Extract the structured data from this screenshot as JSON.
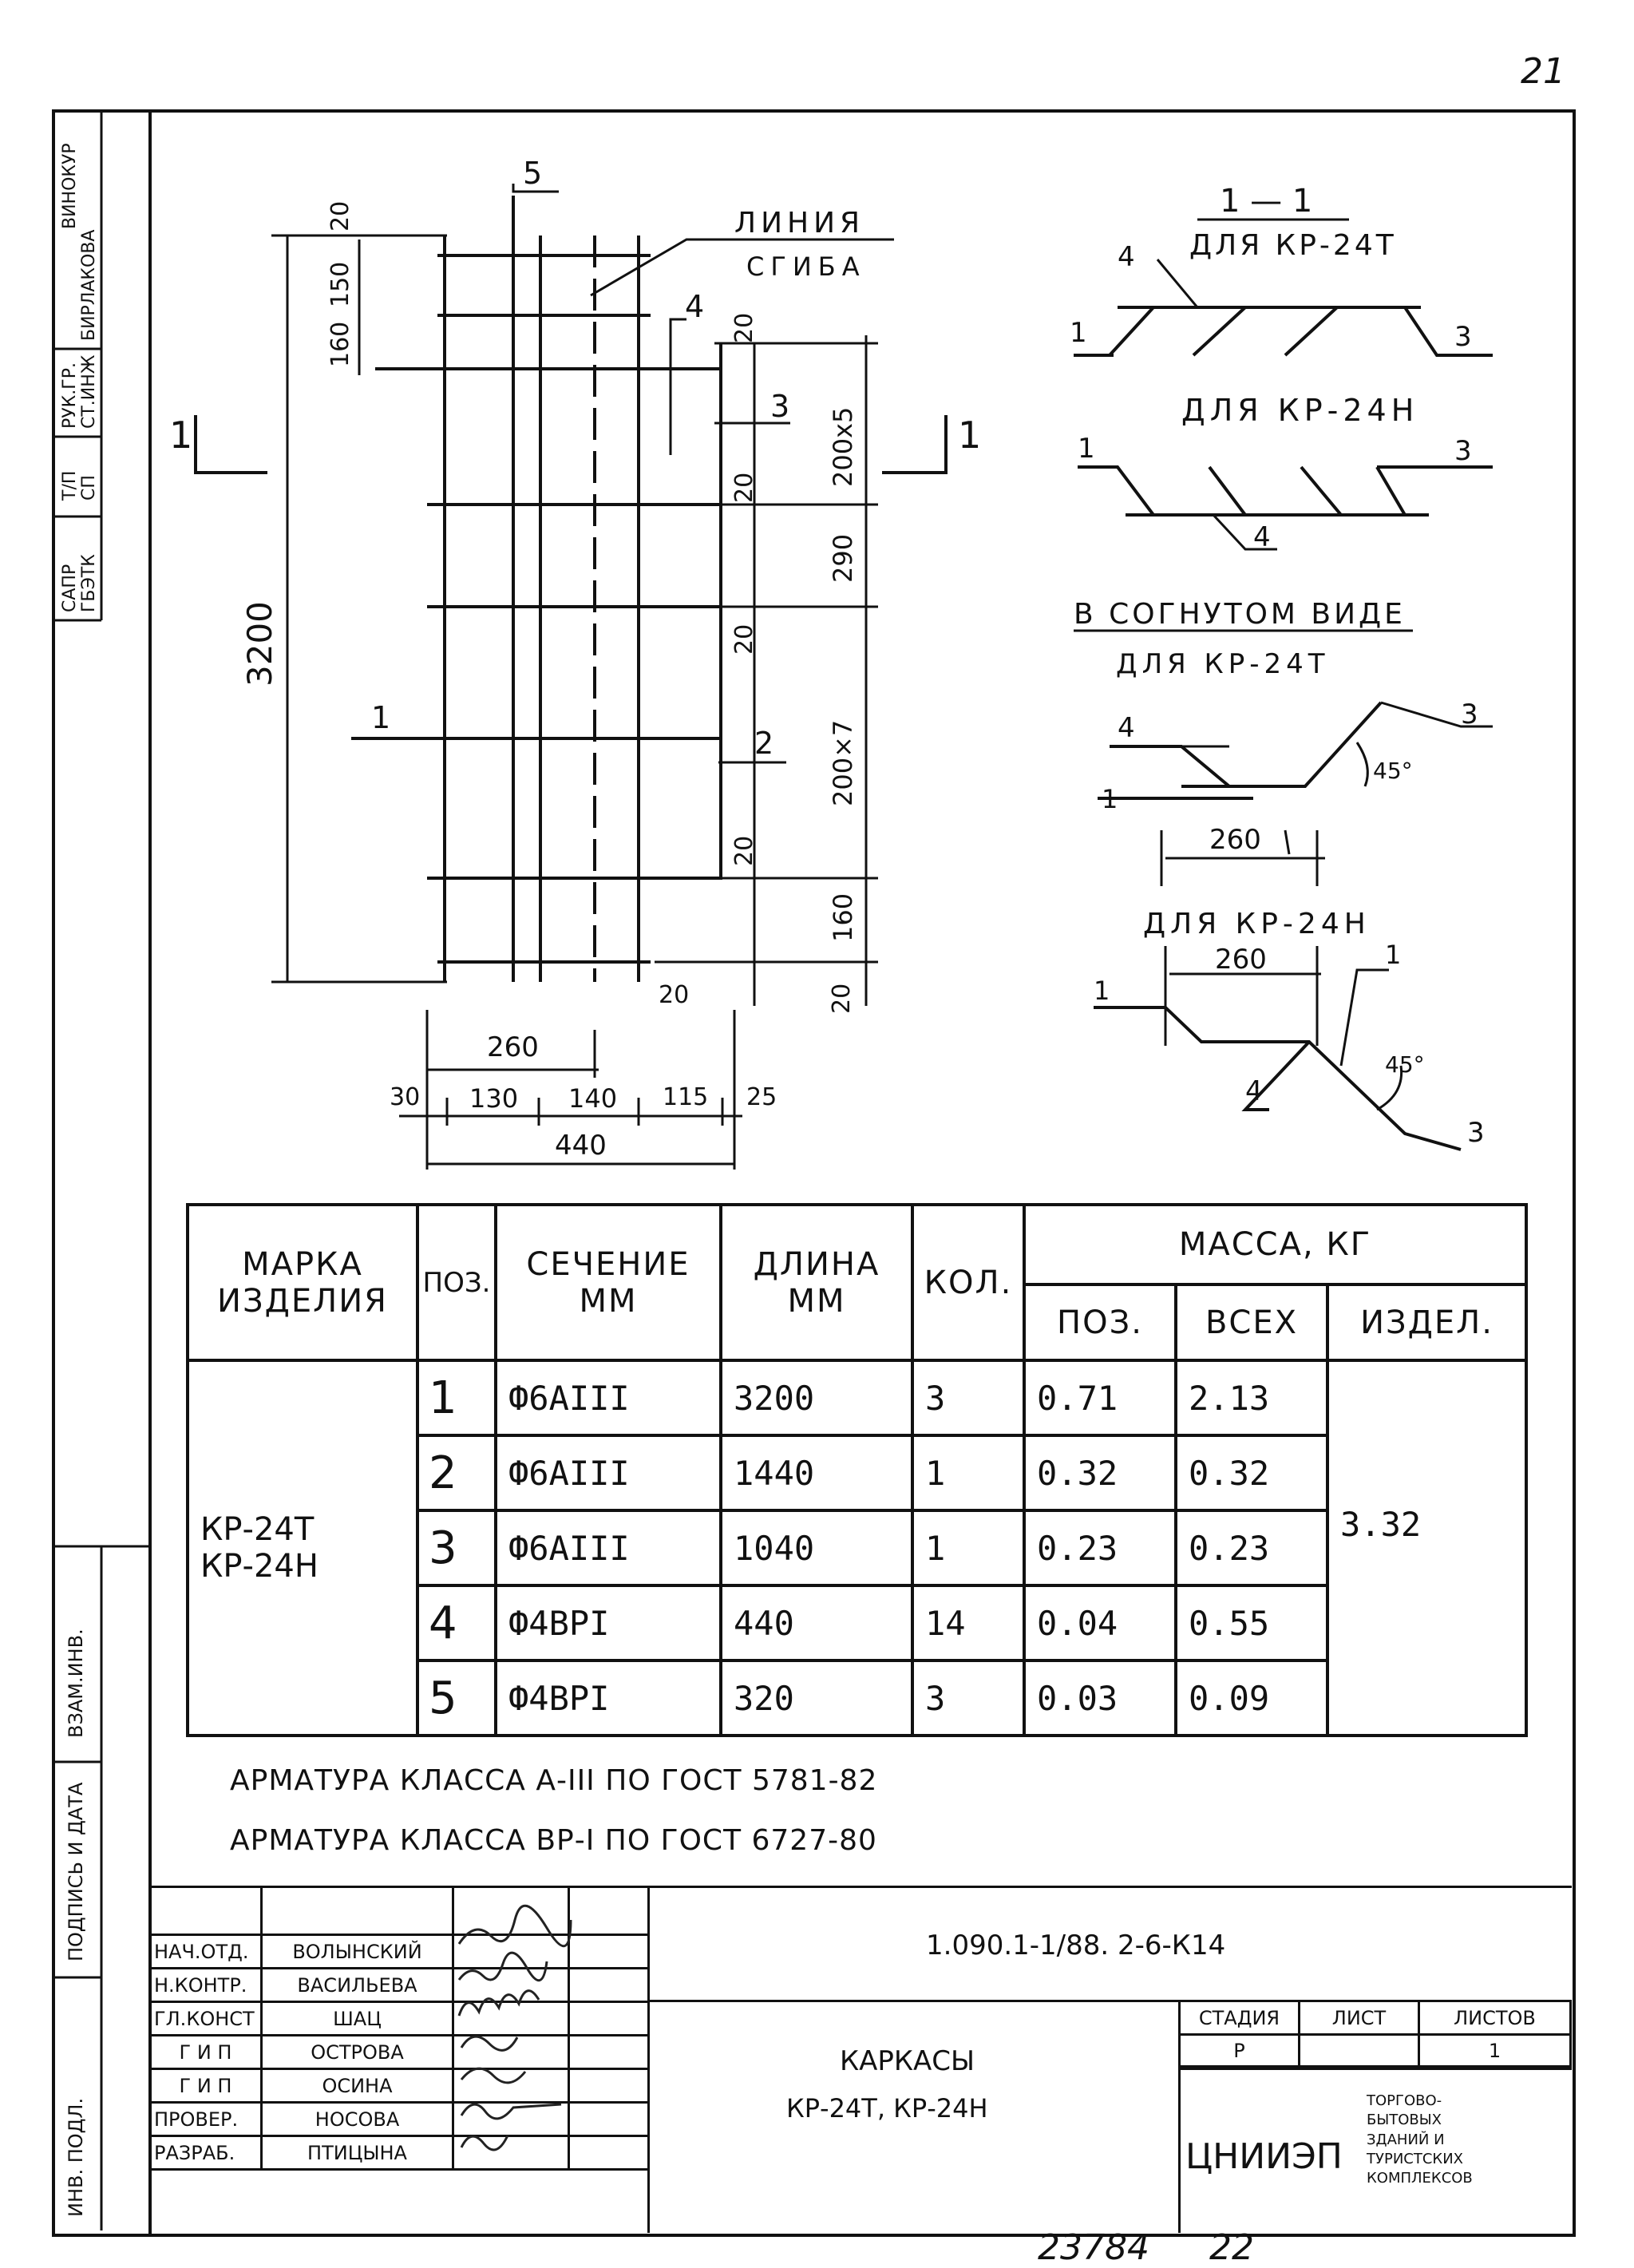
{
  "page_number": "21",
  "side_stamp": {
    "top_labels": [
      "ВИНОКУР",
      "БИРЛАКОВА",
      "РУК.ГР.",
      "СТ.ИНЖ",
      "Т/П",
      "СП",
      "САПР",
      "ГБЭТК"
    ],
    "bottom_labels": [
      "ВЗАМ.ИНВ.",
      "ПОДПИСЬ И ДАТА",
      "ИНВ. ПОДЛ."
    ]
  },
  "drawing": {
    "labels": {
      "mark5": "5",
      "bend_line_1": "ЛИНИЯ",
      "bend_line_2": "СГИБА",
      "mark4": "4",
      "mark3": "3",
      "mark2": "2",
      "mark1": "1",
      "section_mark_left": "1",
      "section_mark_right": "1",
      "dim_3200": "3200",
      "dim_20_top": "20",
      "dim_150": "150",
      "dim_160_top": "160",
      "dim_20_a": "20",
      "dim_200x5": "200x5",
      "dim_20_b": "20",
      "dim_290": "290",
      "dim_20_c": "20",
      "dim_200x7": "200×7",
      "dim_20_d": "20",
      "dim_160_bot": "160",
      "dim_20_bot": "20",
      "dim_20_right": "20",
      "dim_260": "260",
      "dim_30": "30",
      "dim_130": "130",
      "dim_140": "140",
      "dim_115": "115",
      "dim_25": "25",
      "dim_440": "440"
    },
    "sections": {
      "title_11": "1 — 1",
      "for_24t": "ДЛЯ  КР-24Т",
      "for_24n": "ДЛЯ  КР-24Н",
      "bent_title": "В СОГНУТОМ  ВИДЕ",
      "bent_for_24t": "ДЛЯ  КР-24Т",
      "bent_for_24n": "ДЛЯ  КР-24Н",
      "n1": "1",
      "n3": "3",
      "n4": "4",
      "angle": "45°",
      "dim_260": "260"
    }
  },
  "spec_table": {
    "headers": {
      "mark": "МАРКА ИЗДЕЛИЯ",
      "pos": "ПОЗ.",
      "section": "СЕЧЕНИЕ ММ",
      "length": "ДЛИНА ММ",
      "qty": "КОЛ.",
      "mass": "МАССА, КГ",
      "mass_pos": "ПОЗ.",
      "mass_all": "ВСЕХ",
      "mass_item": "ИЗДЕЛ."
    },
    "mark_value_1": "КР-24Т",
    "mark_value_2": "КР-24Н",
    "item_mass": "3.32",
    "rows": [
      {
        "pos": "1",
        "section": "Ф6АIII",
        "length": "3200",
        "qty": "3",
        "mass_pos": "0.71",
        "mass_all": "2.13"
      },
      {
        "pos": "2",
        "section": "Ф6АIII",
        "length": "1440",
        "qty": "1",
        "mass_pos": "0.32",
        "mass_all": "0.32"
      },
      {
        "pos": "3",
        "section": "Ф6АIII",
        "length": "1040",
        "qty": "1",
        "mass_pos": "0.23",
        "mass_all": "0.23"
      },
      {
        "pos": "4",
        "section": "Ф4ВРI",
        "length": "440",
        "qty": "14",
        "mass_pos": "0.04",
        "mass_all": "0.55"
      },
      {
        "pos": "5",
        "section": "Ф4ВРI",
        "length": "320",
        "qty": "3",
        "mass_pos": "0.03",
        "mass_all": "0.09"
      }
    ]
  },
  "notes": [
    "АРМАТУРА КЛАССА А-III  ПО ГОСТ 5781-82",
    "АРМАТУРА КЛАССА ВР-I  ПО ГОСТ 6727-80"
  ],
  "title_block": {
    "roles": [
      "НАЧ.ОТД.",
      "Н.КОНТР.",
      "ГЛ.КОНСТ",
      "Г И П",
      "Г И П",
      "ПРОВЕР.",
      "РАЗРАБ."
    ],
    "names": [
      "ВОЛЫНСКИЙ",
      "ВАСИЛЬЕВА",
      "ШАЦ",
      "ОСТРОВА",
      "ОСИНА",
      "НОСОВА",
      "ПТИЦЫНА"
    ],
    "doc_code": "1.090.1-1/88. 2-6-К14",
    "title_1": "КАРКАСЫ",
    "title_2": "КР-24Т, КР-24Н",
    "stage_label": "СТАДИЯ",
    "sheet_label": "ЛИСТ",
    "sheets_label": "ЛИСТОВ",
    "stage": "Р",
    "sheets": "1",
    "org": "ЦНИИЭП",
    "org_sub": "ТОРГОВО-БЫТОВЫХ ЗДАНИЙ И ТУРИСТСКИХ КОМПЛЕКСОВ"
  },
  "footer_numbers": {
    "archive": "23784",
    "page": "22"
  }
}
